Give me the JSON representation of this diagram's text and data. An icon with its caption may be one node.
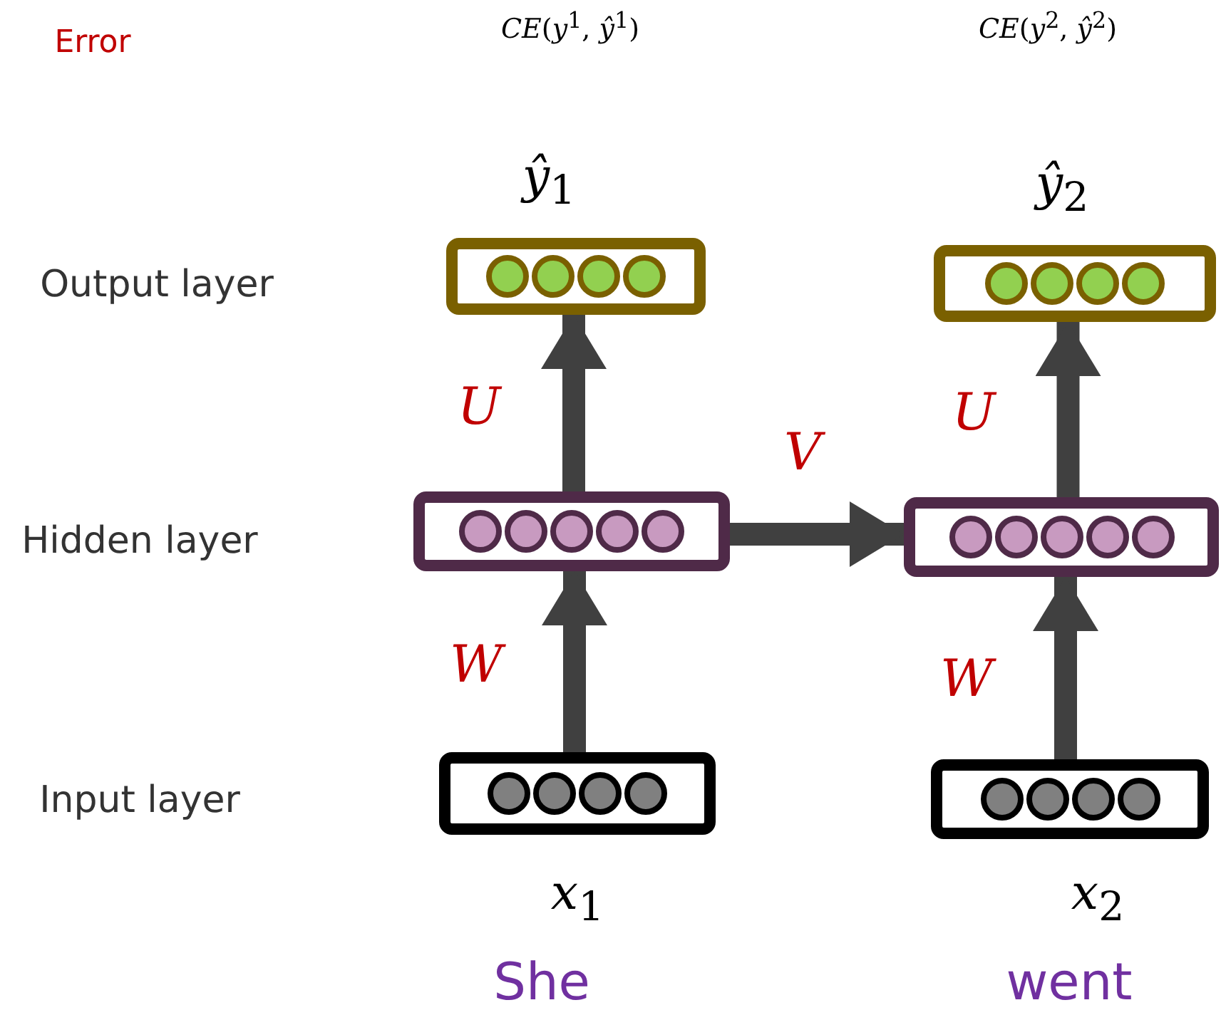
{
  "diagram": {
    "nodes": [
      {
        "text": [],
        "shape": "box",
        "beside": [
          "*ŷ*$_{1}$"
        ]
      },
      {
        "text": [],
        "shape": "box",
        "beside": [
          "*ŷ*$_{2}$"
        ]
      },
      {
        "text": [],
        "shape": "box"
      },
      {
        "text": [],
        "shape": "box"
      },
      {
        "text": [],
        "shape": "box",
        "beside": [
          "*x*$_{1}$",
          "She"
        ]
      },
      {
        "text": [],
        "shape": "box",
        "beside": [
          "*x*$_{2}$",
          "went"
        ]
      }
    ],
    "edges": [
      {
        "from": 2,
        "to": 0,
        "arrow": "to",
        "label": "U"
      },
      {
        "from": 2,
        "to": 3,
        "arrow": "to",
        "label": "V"
      },
      {
        "from": 3,
        "to": 1,
        "arrow": "to",
        "label": "U"
      },
      {
        "from": 4,
        "to": 2,
        "arrow": "to",
        "label": "W"
      },
      {
        "from": 5,
        "to": 3,
        "arrow": "to",
        "label": "W"
      }
    ],
    "labels": [
      "Error",
      "*CE*(*y*$^{1}$, *ŷ*$^{1}$)",
      "*CE*(*y*$^{2}$, *ŷ*$^{2}$)",
      "Output layer",
      "Hidden layer",
      "Input layer"
    ]
  }
}
